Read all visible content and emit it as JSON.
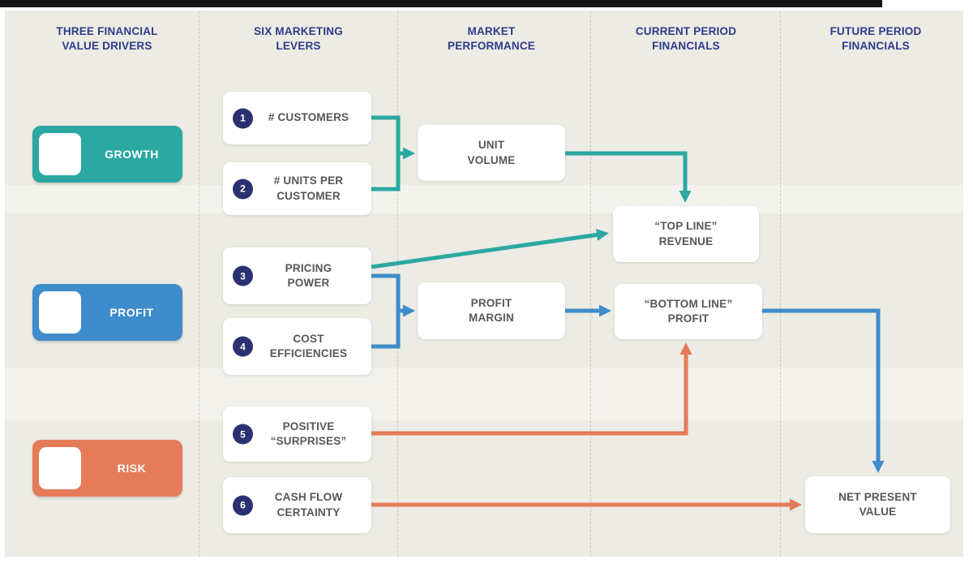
{
  "colors": {
    "teal": "#2BA8A1",
    "blue": "#3E8CCB",
    "orange": "#E57B59",
    "navy": "#2E3A8C",
    "circle_navy": "#2B3170",
    "text_gray": "#575756",
    "background": "#ECEBE4",
    "box_white": "#FFFFFF"
  },
  "headers": [
    {
      "label": "THREE FINANCIAL\nVALUE DRIVERS"
    },
    {
      "label": "SIX MARKETING\nLEVERS"
    },
    {
      "label": "MARKET\nPERFORMANCE"
    },
    {
      "label": "CURRENT PERIOD\nFINANCIALS"
    },
    {
      "label": "FUTURE PERIOD\nFINANCIALS"
    }
  ],
  "drivers": [
    {
      "label": "GROWTH",
      "color": "#2BA8A1"
    },
    {
      "label": "PROFIT",
      "color": "#3E8CCB"
    },
    {
      "label": "RISK",
      "color": "#E57B59"
    }
  ],
  "levers": [
    {
      "number": "1",
      "label": "# CUSTOMERS"
    },
    {
      "number": "2",
      "label": "# UNITS PER\nCUSTOMER"
    },
    {
      "number": "3",
      "label": "PRICING\nPOWER"
    },
    {
      "number": "4",
      "label": "COST\nEFFICIENCIES"
    },
    {
      "number": "5",
      "label": "POSITIVE\n“SURPRISES”"
    },
    {
      "number": "6",
      "label": "CASH FLOW\nCERTAINTY"
    }
  ],
  "market_performance": [
    {
      "label": "UNIT\nVOLUME"
    },
    {
      "label": "PROFIT\nMARGIN"
    }
  ],
  "current_period": [
    {
      "label": "“TOP LINE”\nREVENUE"
    },
    {
      "label": "“BOTTOM LINE”\nPROFIT"
    }
  ],
  "future_period": [
    {
      "label": "NET PRESENT\nVALUE"
    }
  ]
}
